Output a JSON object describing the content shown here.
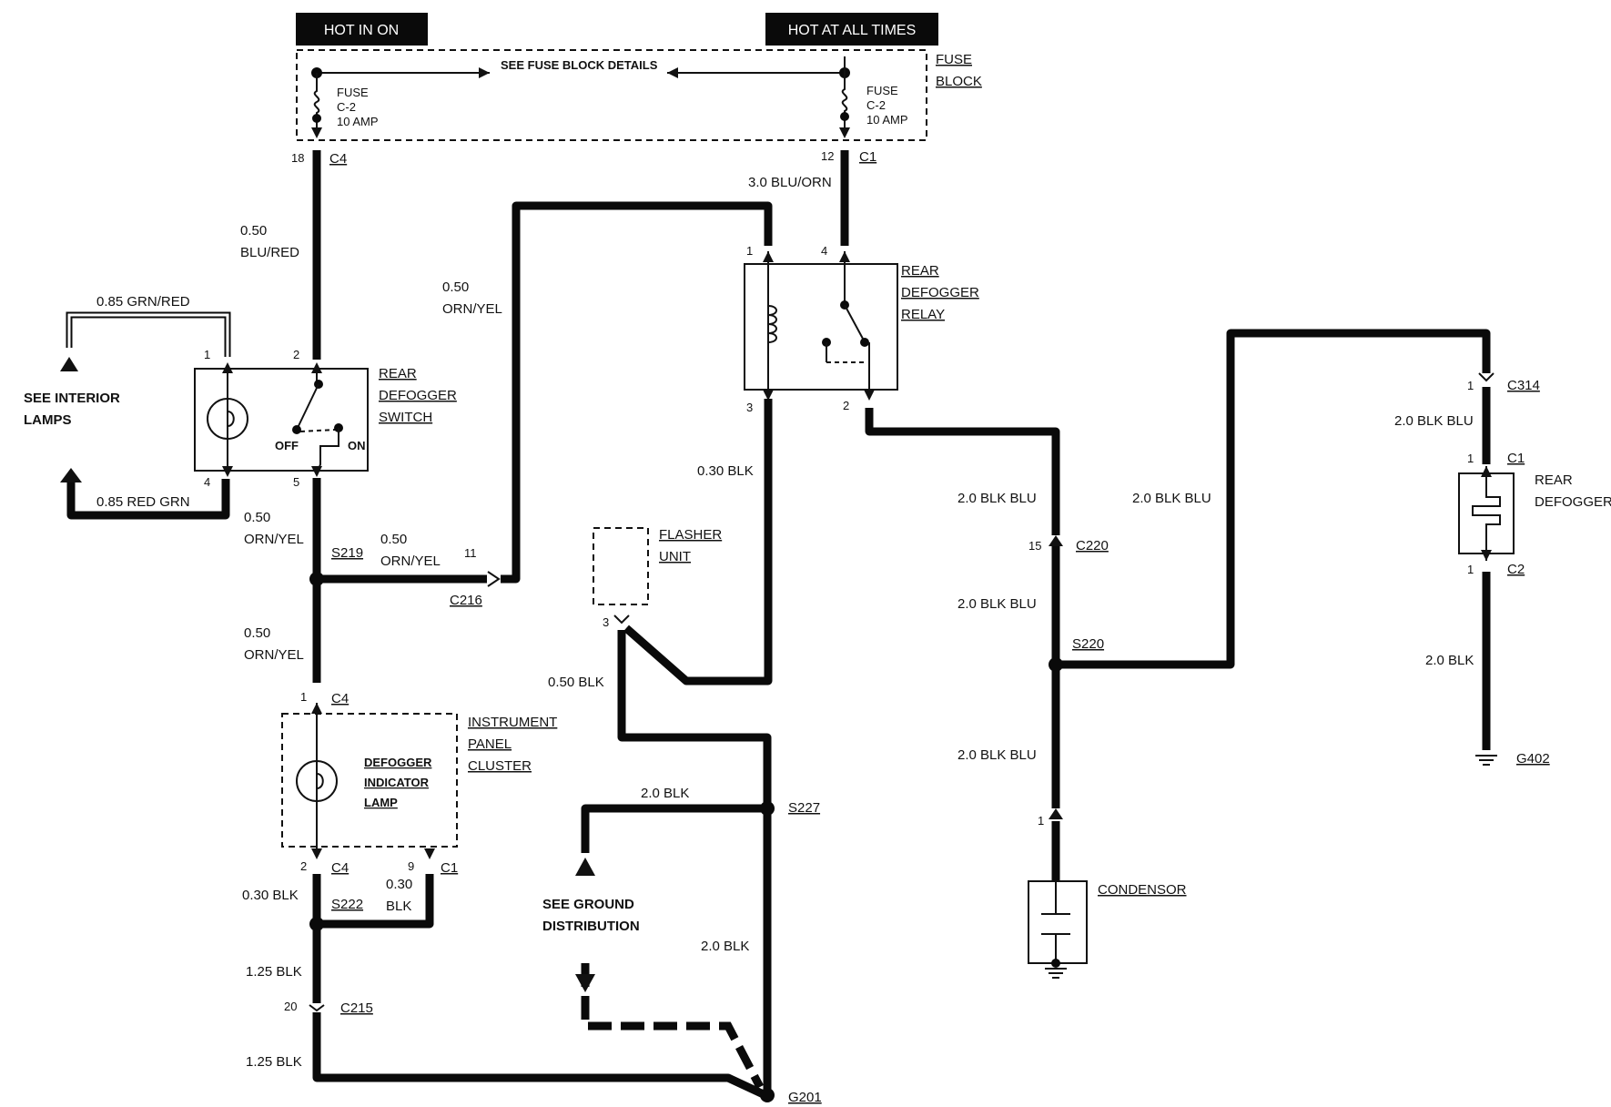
{
  "headers": {
    "hot_in_on": "HOT IN ON",
    "hot_at_all_times": "HOT AT ALL TIMES"
  },
  "fuse_block": {
    "label_line1": "FUSE",
    "label_line2": "BLOCK",
    "details": "SEE FUSE BLOCK DETAILS",
    "left_fuse": {
      "line1": "FUSE",
      "line2": "C-2",
      "line3": "10 AMP",
      "pin": "18",
      "connector": "C4"
    },
    "right_fuse": {
      "line1": "FUSE",
      "line2": "C-2",
      "line3": "10 AMP",
      "pin": "12",
      "connector": "C1"
    }
  },
  "wires": {
    "blu_red_size": "0.50",
    "blu_red_color": "BLU/RED",
    "grn_red": "0.85 GRN/RED",
    "red_grn": "0.85 RED GRN",
    "orn_yel_a_size": "0.50",
    "orn_yel_a_color": "ORN/YEL",
    "orn_yel_b_size": "0.50",
    "orn_yel_b_color": "ORN/YEL",
    "orn_yel_c_size": "0.50",
    "orn_yel_c_color": "ORN/YEL",
    "orn_yel_d_size": "0.50",
    "orn_yel_d_color": "ORN/YEL",
    "blu_orn": "3.0 BLU/ORN",
    "blk_030_relay": "0.30 BLK",
    "blk_050": "0.50 BLK",
    "blk_20_s227": "2.0 BLK",
    "blk_20_g201": "2.0 BLK",
    "blk_030_cluster": "0.30 BLK",
    "blk_030_c1_size": "0.30",
    "blk_030_c1_color": "BLK",
    "blk_125_a": "1.25 BLK",
    "blk_125_b": "1.25 BLK",
    "blkblu_1": "2.0 BLK BLU",
    "blkblu_2": "2.0 BLK BLU",
    "blkblu_3": "2.0 BLK BLU",
    "blkblu_4": "2.0 BLK BLU",
    "blkblu_5": "2.0 BLK BLU",
    "blk_20_g402": "2.0 BLK"
  },
  "switch": {
    "name_line1": "REAR",
    "name_line2": "DEFOGGER",
    "name_line3": "SWITCH",
    "off": "OFF",
    "on": "ON",
    "pin1": "1",
    "pin2": "2",
    "pin4": "4",
    "pin5": "5"
  },
  "interior": {
    "line1": "SEE INTERIOR",
    "line2": "LAMPS"
  },
  "relay": {
    "name_line1": "REAR",
    "name_line2": "DEFOGGER",
    "name_line3": "RELAY",
    "pin1": "1",
    "pin4": "4",
    "pin3": "3",
    "pin2": "2"
  },
  "splices": {
    "s219": "S219",
    "s222": "S222",
    "s227": "S227",
    "s220": "S220",
    "c216": "C216",
    "c216_pin": "11",
    "c215": "C215",
    "c215_pin": "20",
    "g201": "G201",
    "g402": "G402"
  },
  "flasher": {
    "line1": "FLASHER",
    "line2": "UNIT",
    "pin": "3"
  },
  "cluster": {
    "name_line1": "INSTRUMENT",
    "name_line2": "PANEL",
    "name_line3": "CLUSTER",
    "lamp_line1": "DEFOGGER",
    "lamp_line2": "INDICATOR",
    "lamp_line3": "LAMP",
    "top_pin": "1",
    "top_conn": "C4",
    "bl_pin": "2",
    "bl_conn": "C4",
    "br_pin": "9",
    "br_conn": "C1"
  },
  "ground_dist": {
    "line1": "SEE GROUND",
    "line2": "DISTRIBUTION"
  },
  "c220": {
    "pin": "15",
    "conn": "C220"
  },
  "condensor": {
    "label": "CONDENSOR",
    "pin": "1"
  },
  "rear_defogger": {
    "line1": "REAR",
    "line2": "DEFOGGER",
    "c314_pin": "1",
    "c314": "C314",
    "c1_pin": "1",
    "c1": "C1",
    "c2_pin": "1",
    "c2": "C2"
  }
}
